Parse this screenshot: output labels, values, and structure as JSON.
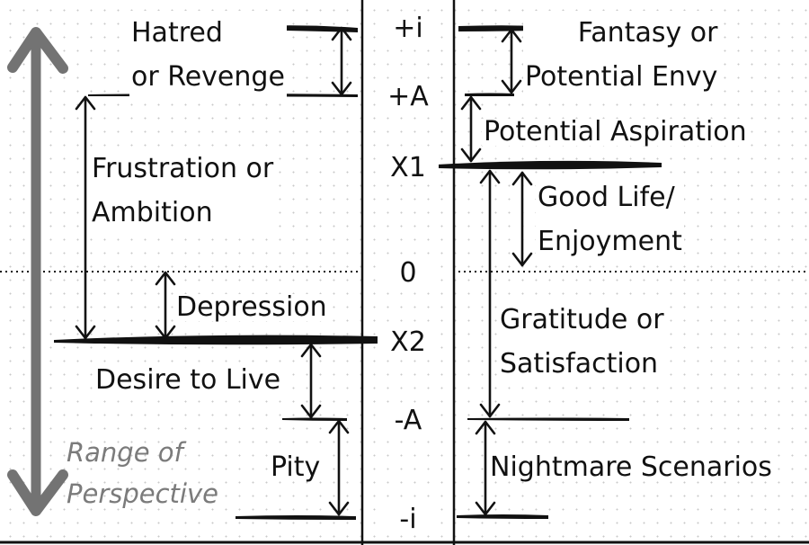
{
  "colors": {
    "ink": "#111111",
    "range_gray": "#737373",
    "dotted_grid": "#c9c9c9",
    "background": "#ffffff"
  },
  "axis_levels": [
    "+i",
    "+A",
    "X1",
    "0",
    "X2",
    "-A",
    "-i"
  ],
  "left_labels": {
    "hatred": "Hatred\nor Revenge",
    "frustration": "Frustration or\nAmbition",
    "depression": "Depression",
    "desire": "Desire to Live",
    "pity": "Pity"
  },
  "right_labels": {
    "fantasy": "Fantasy or\nPotential Envy",
    "aspiration": "Potential Aspiration",
    "good_life": "Good Life/\nEnjoyment",
    "gratitude": "Gratitude or\nSatisfaction",
    "nightmare": "Nightmare Scenarios"
  },
  "range_label": "Range of\nPerspective"
}
